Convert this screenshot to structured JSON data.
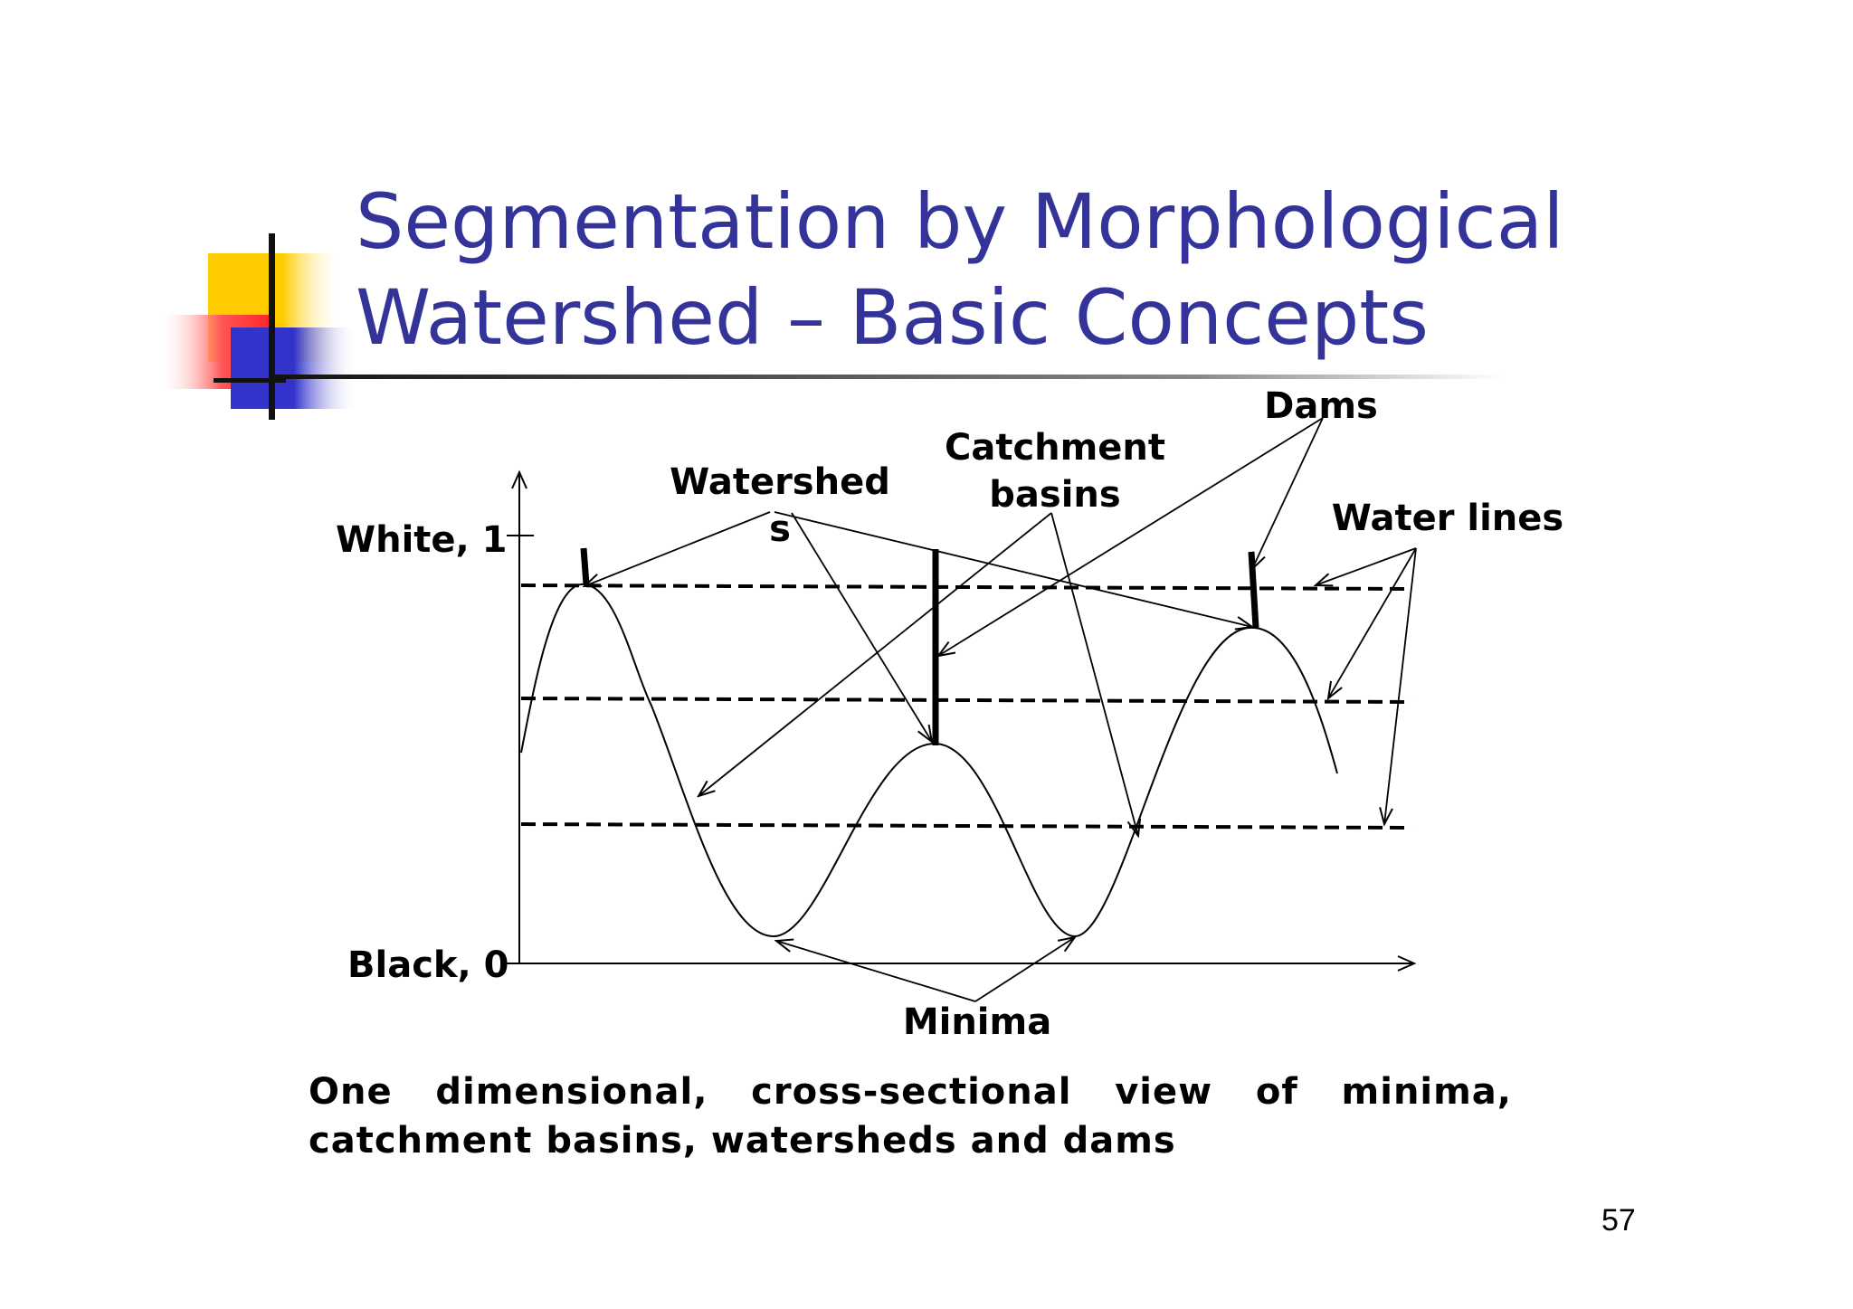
{
  "slide": {
    "title_line1": "Segmentation by Morphological",
    "title_line2": "Watershed – Basic Concepts",
    "caption": "One dimensional, cross-sectional view of minima, catchment basins, watersheds and dams",
    "page_number": "57",
    "colors": {
      "title": "#333399",
      "deco_yellow": "#ffcc00",
      "deco_red": "#ff3333",
      "deco_blue": "#3333cc"
    }
  },
  "diagram": {
    "labels": {
      "white": "White, 1",
      "black": "Black, 0",
      "watersheds_line1": "Watershed",
      "watersheds_line2": "s",
      "catchment_line1": "Catchment",
      "catchment_line2": "basins",
      "dams": "Dams",
      "water_lines": "Water lines",
      "minima": "Minima"
    }
  }
}
